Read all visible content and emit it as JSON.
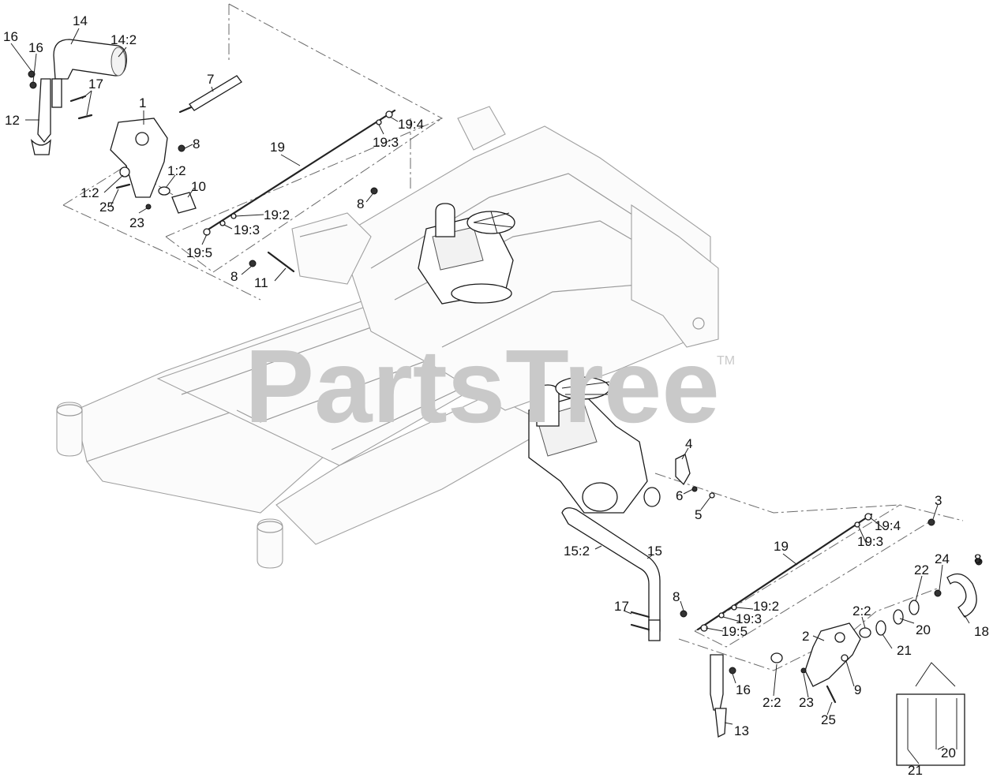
{
  "watermark": {
    "text": "PartsTree",
    "trademark": "TM"
  },
  "callouts": [
    {
      "id": "16a",
      "text": "16"
    },
    {
      "id": "16b",
      "text": "16"
    },
    {
      "id": "14",
      "text": "14"
    },
    {
      "id": "14-2",
      "text": "14:2"
    },
    {
      "id": "7",
      "text": "7"
    },
    {
      "id": "17a",
      "text": "17"
    },
    {
      "id": "1",
      "text": "1"
    },
    {
      "id": "12",
      "text": "12"
    },
    {
      "id": "8a",
      "text": "8"
    },
    {
      "id": "1-2a",
      "text": "1:2"
    },
    {
      "id": "1-2b",
      "text": "1:2"
    },
    {
      "id": "10",
      "text": "10"
    },
    {
      "id": "25a",
      "text": "25"
    },
    {
      "id": "23a",
      "text": "23"
    },
    {
      "id": "19a",
      "text": "19"
    },
    {
      "id": "19-4a",
      "text": "19:4"
    },
    {
      "id": "19-3a",
      "text": "19:3"
    },
    {
      "id": "19-2a",
      "text": "19:2"
    },
    {
      "id": "19-3b",
      "text": "19:3"
    },
    {
      "id": "19-5a",
      "text": "19:5"
    },
    {
      "id": "8b",
      "text": "8"
    },
    {
      "id": "8c",
      "text": "8"
    },
    {
      "id": "11",
      "text": "11"
    },
    {
      "id": "4",
      "text": "4"
    },
    {
      "id": "6",
      "text": "6"
    },
    {
      "id": "5",
      "text": "5"
    },
    {
      "id": "3",
      "text": "3"
    },
    {
      "id": "19-4b",
      "text": "19:4"
    },
    {
      "id": "19-3c",
      "text": "19:3"
    },
    {
      "id": "19b",
      "text": "19"
    },
    {
      "id": "15-2",
      "text": "15:2"
    },
    {
      "id": "15",
      "text": "15"
    },
    {
      "id": "24",
      "text": "24"
    },
    {
      "id": "8d",
      "text": "8"
    },
    {
      "id": "22",
      "text": "22"
    },
    {
      "id": "17b",
      "text": "17"
    },
    {
      "id": "8e",
      "text": "8"
    },
    {
      "id": "19-2b",
      "text": "19:2"
    },
    {
      "id": "19-3d",
      "text": "19:3"
    },
    {
      "id": "19-5b",
      "text": "19:5"
    },
    {
      "id": "2-2a",
      "text": "2:2"
    },
    {
      "id": "2",
      "text": "2"
    },
    {
      "id": "20a",
      "text": "20"
    },
    {
      "id": "18",
      "text": "18"
    },
    {
      "id": "21a",
      "text": "21"
    },
    {
      "id": "16c",
      "text": "16"
    },
    {
      "id": "9",
      "text": "9"
    },
    {
      "id": "2-2b",
      "text": "2:2"
    },
    {
      "id": "23b",
      "text": "23"
    },
    {
      "id": "25b",
      "text": "25"
    },
    {
      "id": "13",
      "text": "13"
    },
    {
      "id": "21b",
      "text": "21"
    },
    {
      "id": "20b",
      "text": "20"
    }
  ]
}
